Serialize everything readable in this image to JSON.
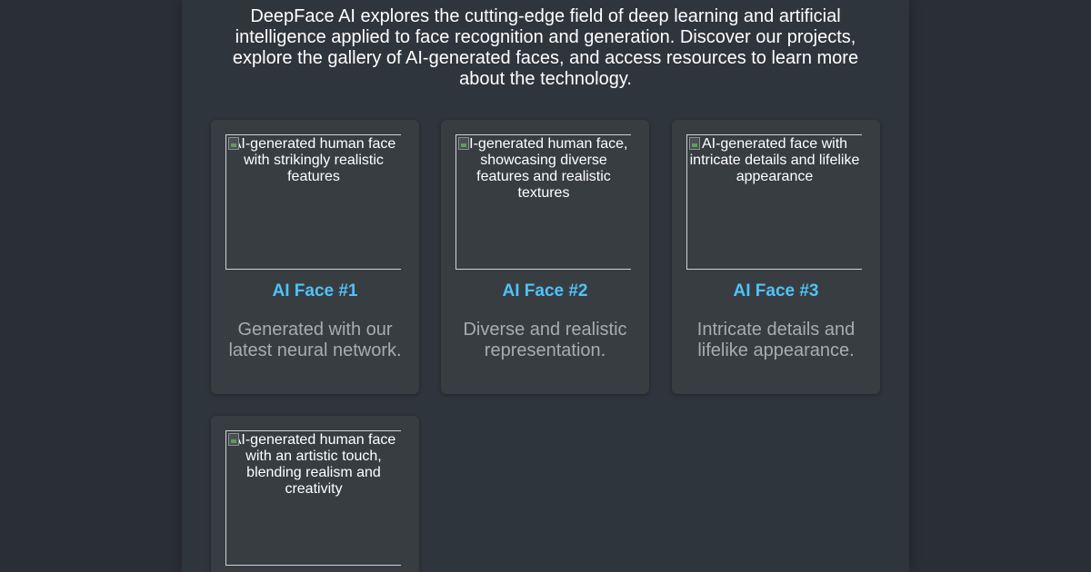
{
  "intro": {
    "text": "DeepFace AI explores the cutting-edge field of deep learning and artificial intelligence applied to face recognition and generation. Discover our projects, explore the gallery of AI-generated faces, and access resources to learn more about the technology."
  },
  "gallery": {
    "cards": [
      {
        "image_alt": "AI-generated human face with strikingly realistic features",
        "title": "AI Face #1",
        "description": "Generated with our latest neural network."
      },
      {
        "image_alt": "AI-generated human face, showcasing diverse features and realistic textures",
        "title": "AI Face #2",
        "description": "Diverse and realistic representation."
      },
      {
        "image_alt": "AI-generated face with intricate details and lifelike appearance",
        "title": "AI Face #3",
        "description": "Intricate details and lifelike appearance."
      },
      {
        "image_alt": "AI-generated human face with an artistic touch, blending realism and creativity",
        "title": "",
        "description": ""
      }
    ]
  },
  "colors": {
    "background": "#2a2e35",
    "content_panel": "#2f353c",
    "card": "#383d42",
    "card_title": "#4fc3f7",
    "card_description": "#a9acae",
    "text": "#ffffff"
  },
  "icons": {
    "broken_image": "broken-image-icon"
  }
}
